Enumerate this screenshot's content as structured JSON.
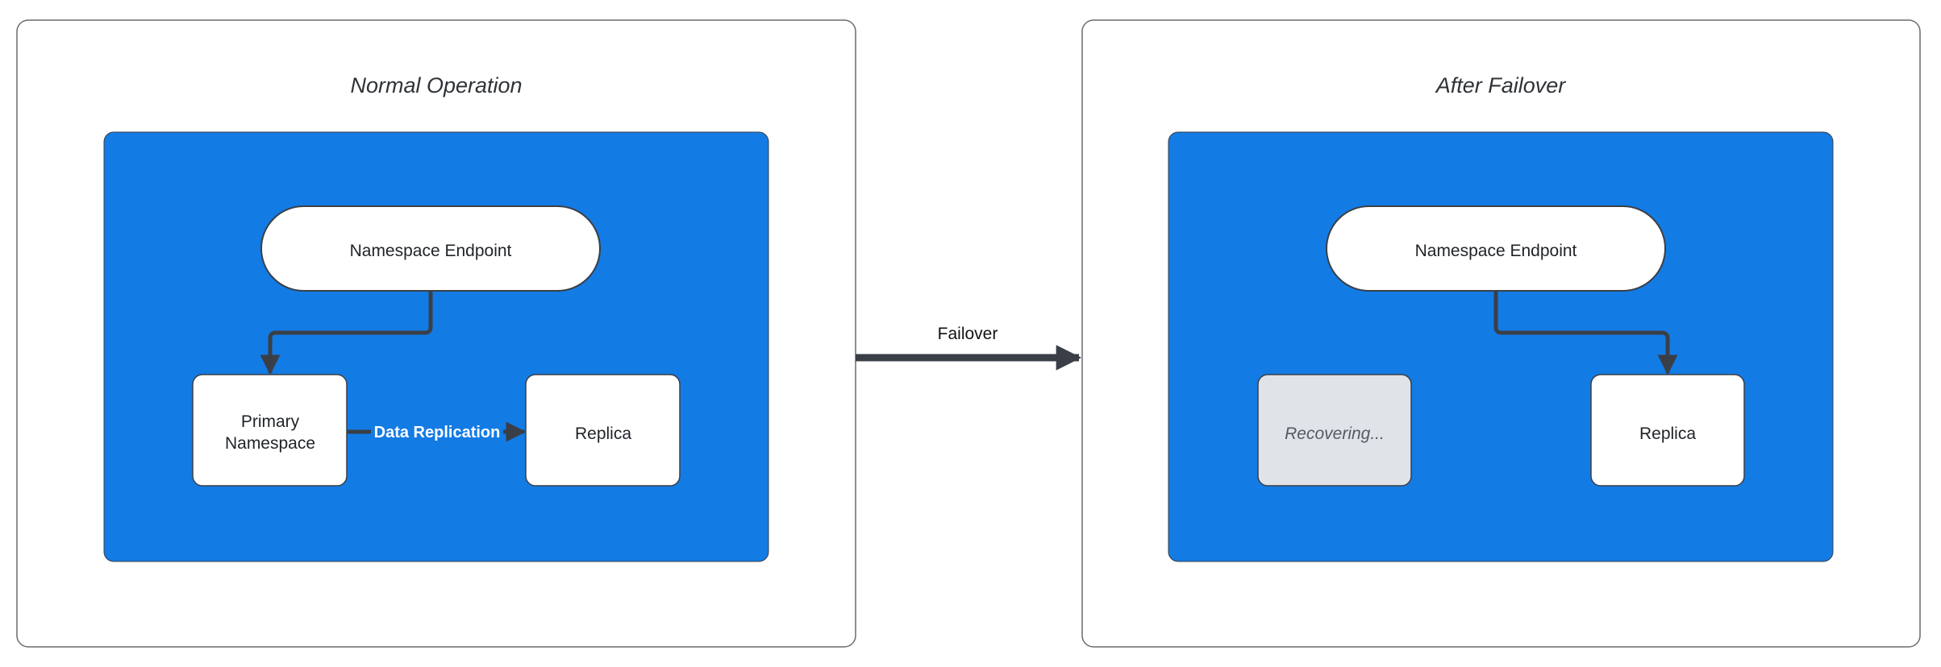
{
  "colors": {
    "container_fill": "#137BE4",
    "node_fill": "#FFFFFF",
    "recovering_fill": "#E0E3E8",
    "edge": "#3A3F47",
    "panel_border": "#6B6B6B"
  },
  "panels": [
    {
      "title": "Normal Operation",
      "endpoint": "Namespace Endpoint",
      "left_node": [
        "Primary",
        "Namespace"
      ],
      "right_node": "Replica",
      "edge_label": "Data Replication"
    },
    {
      "title": "After Failover",
      "endpoint": "Namespace Endpoint",
      "left_node": "Recovering...",
      "right_node": "Replica"
    }
  ],
  "transition": {
    "label": "Failover"
  }
}
